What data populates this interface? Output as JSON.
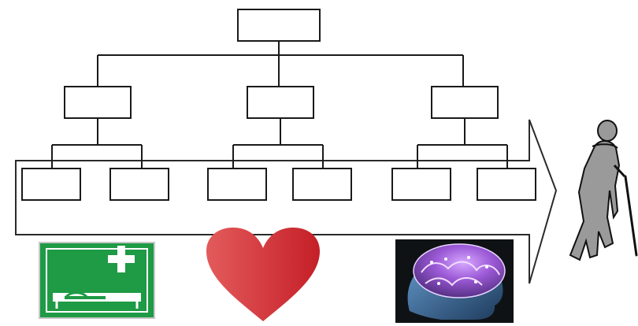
{
  "diagram": {
    "type": "hierarchy-tree",
    "levels": 3,
    "root_count": 1,
    "mid_count": 3,
    "leaves_per_mid": 2,
    "box_text": ""
  },
  "icons": [
    {
      "name": "first-aid-stretcher-icon",
      "colors": {
        "bg": "#1f9a45",
        "fg": "#ffffff"
      }
    },
    {
      "name": "heart-icon",
      "colors": {
        "fill": "#d93a3a"
      }
    },
    {
      "name": "brain-head-icon",
      "colors": {
        "bg": "#101418",
        "brain": "#9b59d6",
        "head": "#4a6f9a"
      }
    },
    {
      "name": "elderly-person-with-cane-icon",
      "colors": {
        "fill": "#9a9a9a",
        "stroke": "#111111"
      }
    }
  ],
  "colors": {
    "line": "#1a1a1a",
    "arrow": "#2a2a2a"
  }
}
